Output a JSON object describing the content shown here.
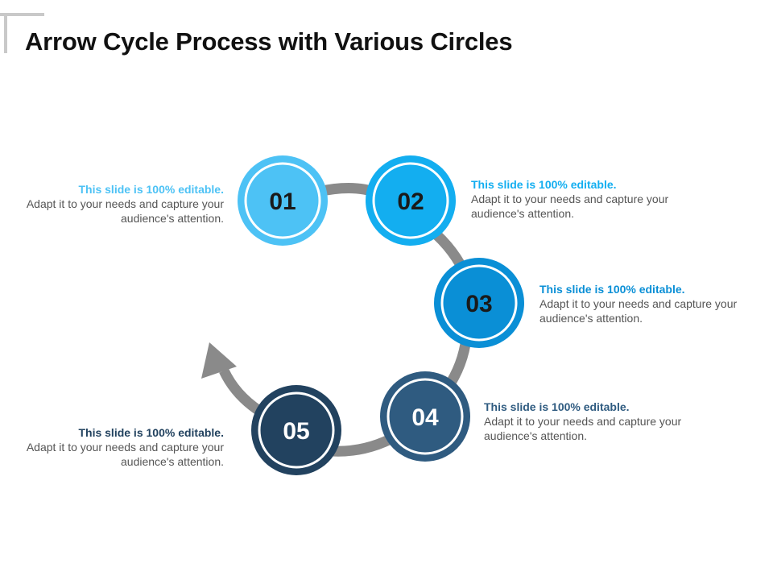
{
  "slide": {
    "title": "Arrow Cycle Process with Various Circles"
  },
  "colors": {
    "connector": "#8a8a8a",
    "step_01": "#4dc2f5",
    "step_02": "#13aef0",
    "step_03": "#0a8fd6",
    "step_04": "#2f5b80",
    "step_05": "#22425f",
    "number_text": "#1a1a1a",
    "number_text_light": "#ffffff",
    "body_text": "#555555"
  },
  "steps": [
    {
      "number": "01",
      "heading": "This slide is 100% editable.",
      "body": "Adapt it to your needs and capture your audience's attention."
    },
    {
      "number": "02",
      "heading": "This slide is 100% editable.",
      "body": "Adapt it to your needs and capture your audience's attention."
    },
    {
      "number": "03",
      "heading": "This slide is 100% editable.",
      "body": "Adapt it to your needs and capture your audience's attention."
    },
    {
      "number": "04",
      "heading": "This slide is 100% editable.",
      "body": "Adapt it to your needs and capture your audience's attention."
    },
    {
      "number": "05",
      "heading": "This slide is 100% editable.",
      "body": "Adapt it to your needs and capture your audience's attention."
    }
  ]
}
